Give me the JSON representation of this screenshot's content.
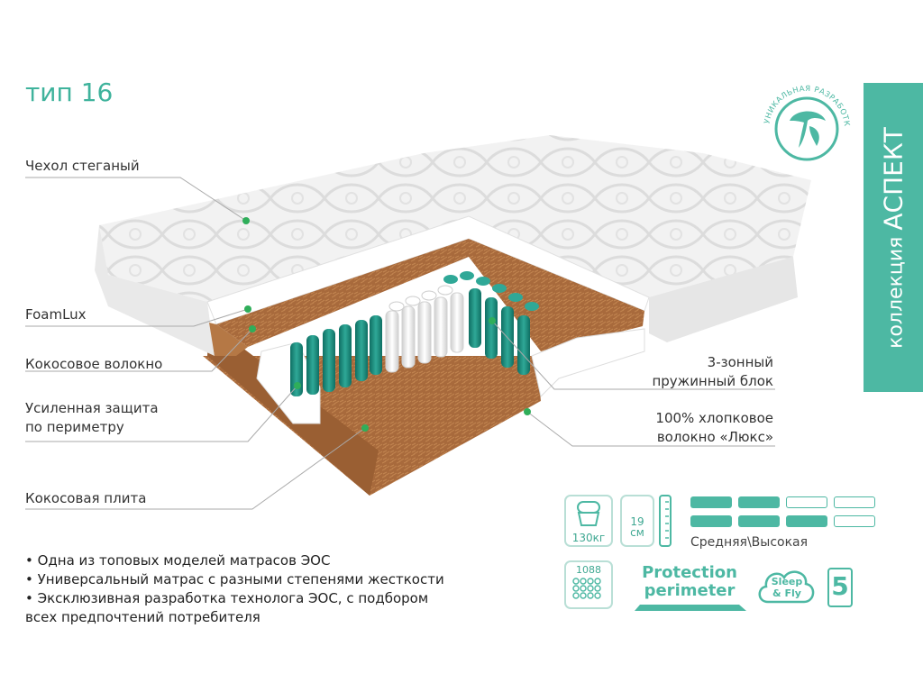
{
  "title": "тип 16",
  "collection": {
    "prefix": "коллекция",
    "name": "АСПЕКТ"
  },
  "badge": {
    "ring_text": "УНИКАЛЬНАЯ РАЗРАБОТКА"
  },
  "layers_left": [
    {
      "text": "Чехол стеганый"
    },
    {
      "text": "FoamLux"
    },
    {
      "text": "Кокосовое волокно"
    },
    {
      "text": "Усиленная защита"
    },
    {
      "text": "по периметру"
    },
    {
      "text": "Кокосовая плита"
    }
  ],
  "layers_right": {
    "springs_line1": "3-зонный",
    "springs_line2": "пружинный блок",
    "cotton_line1": "100% хлопковое",
    "cotton_line2": "волокно «Люкс»"
  },
  "bullets": [
    "• Одна из топовых моделей матрасов ЭОС",
    "• Универсальный матрас с разными степенями жесткости",
    "• Эксклюзивная разработка технолога ЭОС, с подбором",
    "всех предпочтений потребителя"
  ],
  "specs": {
    "max_weight": "130кг",
    "height_value": "19",
    "height_unit": "см",
    "firmness_label": "Средняя\\Высокая",
    "firmness_levels": [
      2,
      3
    ],
    "springs_count": "1088",
    "protection_line1": "Protection",
    "protection_line2": "perimeter",
    "sleep_line1": "Sleep",
    "sleep_line2": "& Fly",
    "warranty": "5"
  },
  "colors": {
    "accent": "#4db8a3",
    "spring_teal": "#1f8f80",
    "coconut": "#a86a3c"
  }
}
